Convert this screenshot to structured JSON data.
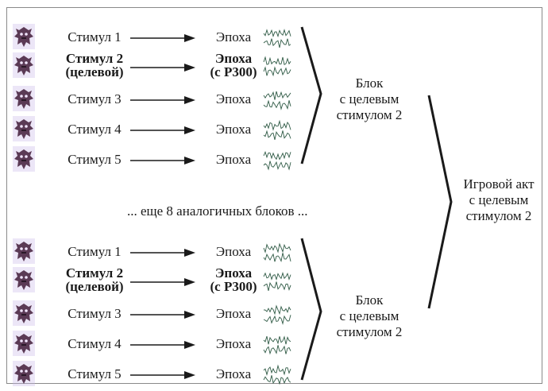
{
  "rows_upper": [
    {
      "stimulus": "Стимул 1",
      "epoch": "Эпоха",
      "target": false
    },
    {
      "stimulus_line1": "Стимул 2",
      "stimulus_line2": "(целевой)",
      "epoch_line1": "Эпоха",
      "epoch_line2": "(с Р300)",
      "target": true
    },
    {
      "stimulus": "Стимул 3",
      "epoch": "Эпоха",
      "target": false
    },
    {
      "stimulus": "Стимул 4",
      "epoch": "Эпоха",
      "target": false
    },
    {
      "stimulus": "Стимул 5",
      "epoch": "Эпоха",
      "target": false
    }
  ],
  "rows_lower": [
    {
      "stimulus": "Стимул 1",
      "epoch": "Эпоха",
      "target": false
    },
    {
      "stimulus_line1": "Стимул 2",
      "stimulus_line2": "(целевой)",
      "epoch_line1": "Эпоха",
      "epoch_line2": "(с Р300)",
      "target": true
    },
    {
      "stimulus": "Стимул 3",
      "epoch": "Эпоха",
      "target": false
    },
    {
      "stimulus": "Стимул 4",
      "epoch": "Эпоха",
      "target": false
    },
    {
      "stimulus": "Стимул 5",
      "epoch": "Эпоха",
      "target": false
    }
  ],
  "middle_note": "... еще 8 аналогичных блоков ...",
  "block_label": {
    "line1": "Блок",
    "line2": "с целевым",
    "line3": "стимулом 2"
  },
  "game_act_label": {
    "line1": "Игровой акт",
    "line2": "с целевым",
    "line3": "стимулом 2"
  },
  "colors": {
    "ink": "#1a1a1a",
    "frame": "#8a8a8a",
    "sprite_body": "#5b3a55",
    "sprite_accent": "#c9b6e8"
  },
  "icons": {
    "stimulus": "monster-sprite-icon",
    "signal": "eeg-waveform-icon",
    "connector": "arrow-right-icon"
  }
}
